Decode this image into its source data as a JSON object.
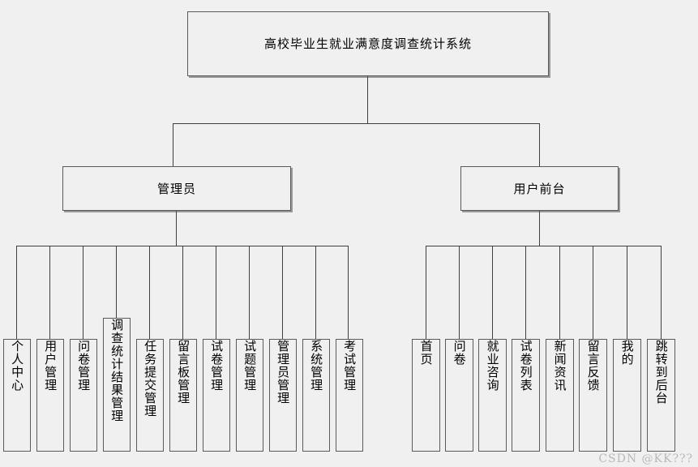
{
  "diagram": {
    "type": "hierarchy-tree",
    "root": {
      "label": "高校毕业生就业满意度调查统计系统"
    },
    "branches": [
      {
        "key": "admin",
        "label": "管理员",
        "children": [
          {
            "label": "个人中心"
          },
          {
            "label": "用户管理"
          },
          {
            "label": "问卷管理"
          },
          {
            "label": "调查统计结果管理"
          },
          {
            "label": "任务提交管理"
          },
          {
            "label": "留言板管理"
          },
          {
            "label": "试卷管理"
          },
          {
            "label": "试题管理"
          },
          {
            "label": "管理员管理"
          },
          {
            "label": "系统管理"
          },
          {
            "label": "考试管理"
          }
        ]
      },
      {
        "key": "frontend",
        "label": "用户前台",
        "children": [
          {
            "label": "首页"
          },
          {
            "label": "问卷"
          },
          {
            "label": "就业咨询"
          },
          {
            "label": "试卷列表"
          },
          {
            "label": "新闻资讯"
          },
          {
            "label": "留言反馈"
          },
          {
            "label": "我的"
          },
          {
            "label": "跳转到后台"
          }
        ]
      }
    ]
  },
  "watermark": {
    "text": "CSDN @KK???"
  },
  "colors": {
    "background": "#f0f0f0",
    "box_border": "#5a5a5a",
    "connector": "#3f3f3f",
    "text": "#000000",
    "watermark": "#b9b9b9"
  }
}
